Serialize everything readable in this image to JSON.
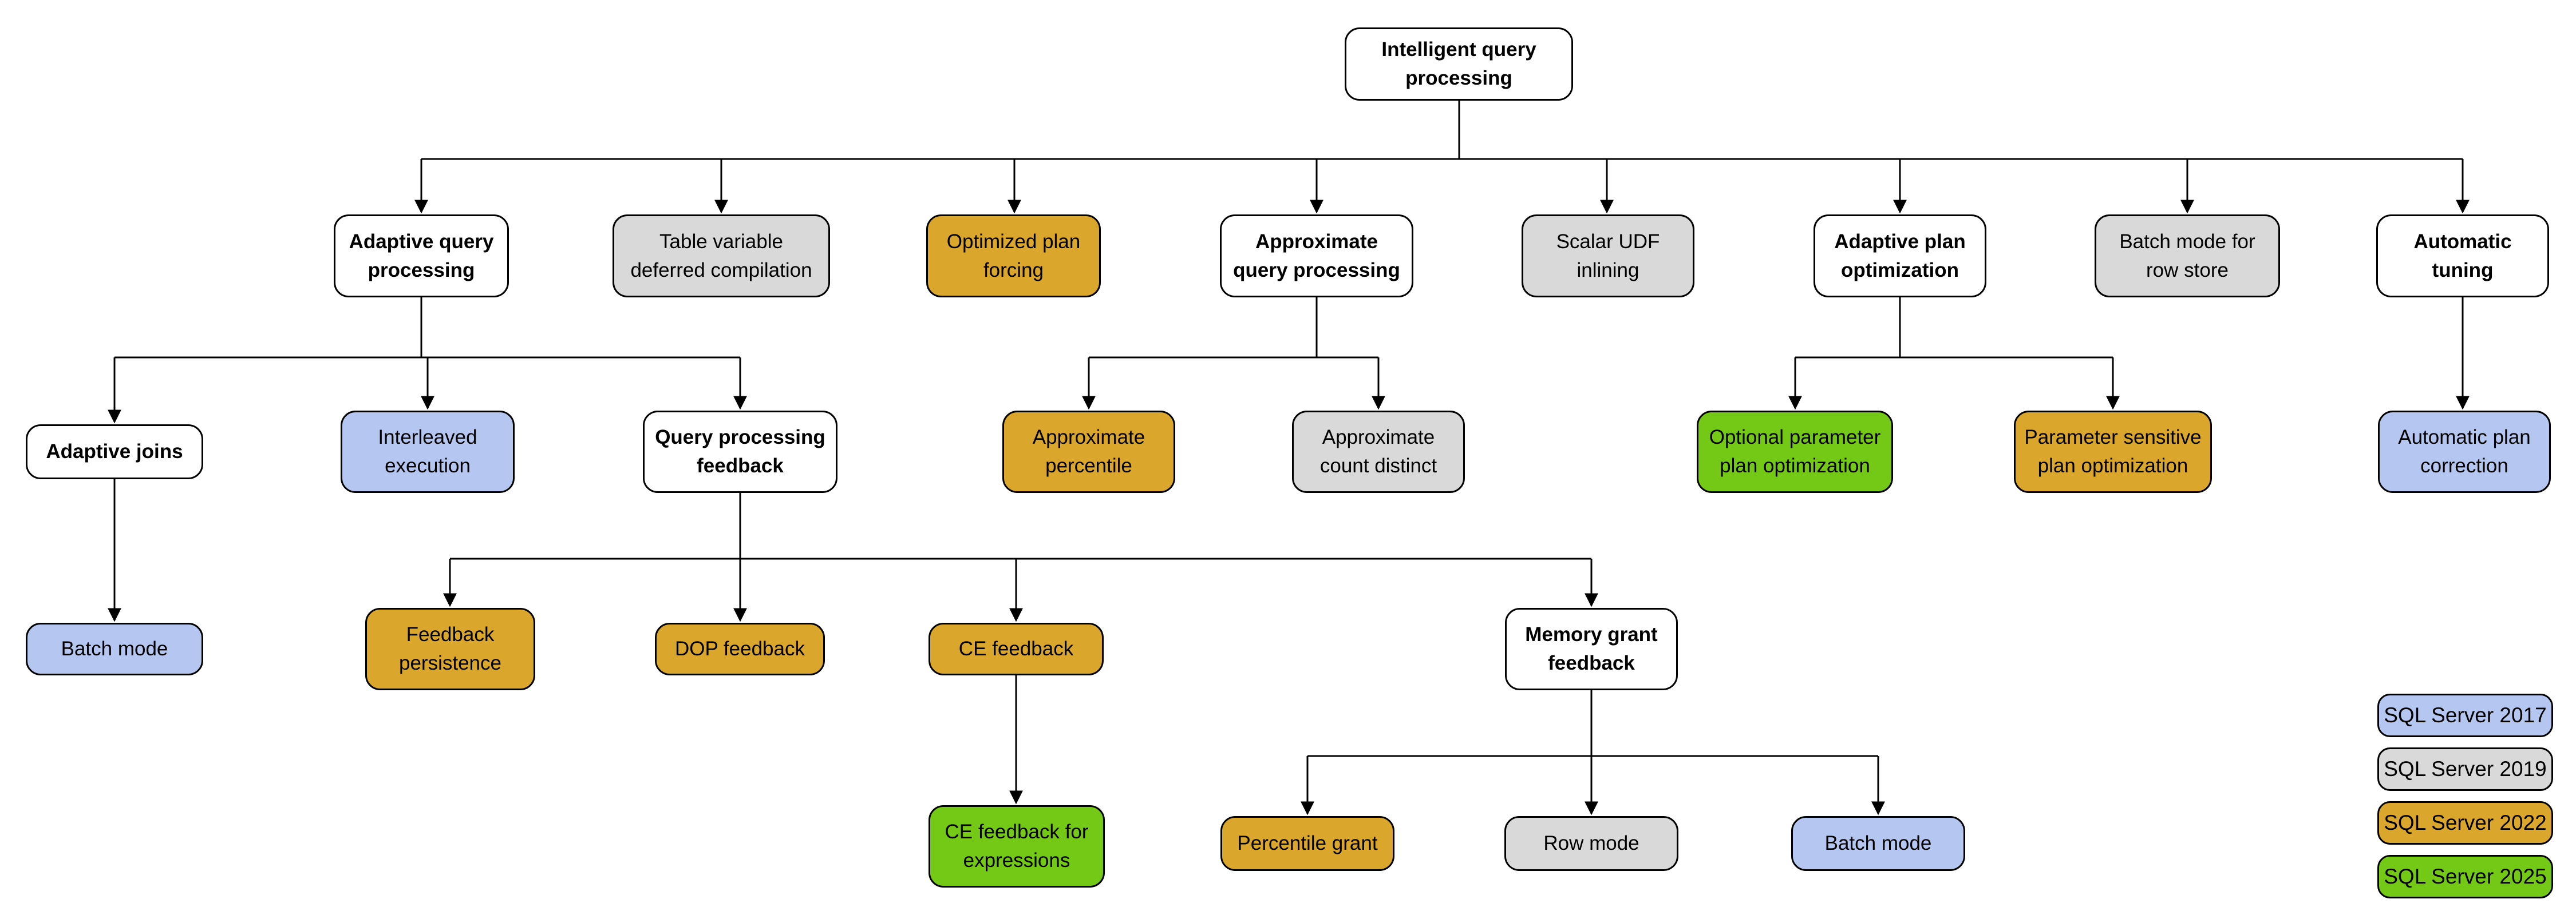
{
  "diagram_title": "Intelligent query processing",
  "colors": {
    "base": "#ffffff",
    "2017": "#b5c7f1",
    "2019": "#d9d9d9",
    "2022": "#dba62c",
    "2025": "#74c917",
    "line": "#000000"
  },
  "nodes": {
    "root": {
      "label": "Intelligent query\nprocessing",
      "version": "base",
      "bold": true
    },
    "adaptive_query_processing": {
      "label": "Adaptive query\nprocessing",
      "version": "base",
      "bold": true
    },
    "table_variable_deferred_compilation": {
      "label": "Table variable\ndeferred compilation",
      "version": "2019",
      "bold": false
    },
    "optimized_plan_forcing": {
      "label": "Optimized plan\nforcing",
      "version": "2022",
      "bold": false
    },
    "approximate_query_processing": {
      "label": "Approximate\nquery processing",
      "version": "base",
      "bold": true
    },
    "scalar_udf_inlining": {
      "label": "Scalar UDF\ninlining",
      "version": "2019",
      "bold": false
    },
    "adaptive_plan_optimization": {
      "label": "Adaptive plan\noptimization",
      "version": "base",
      "bold": true
    },
    "batch_mode_for_row_store": {
      "label": "Batch mode for\nrow store",
      "version": "2019",
      "bold": false
    },
    "automatic_tuning": {
      "label": "Automatic\ntuning",
      "version": "base",
      "bold": true
    },
    "adaptive_joins": {
      "label": "Adaptive joins",
      "version": "base",
      "bold": true
    },
    "interleaved_execution": {
      "label": "Interleaved\nexecution",
      "version": "2017",
      "bold": false
    },
    "query_processing_feedback": {
      "label": "Query processing\nfeedback",
      "version": "base",
      "bold": true
    },
    "approximate_percentile": {
      "label": "Approximate\npercentile",
      "version": "2022",
      "bold": false
    },
    "approximate_count_distinct": {
      "label": "Approximate\ncount distinct",
      "version": "2019",
      "bold": false
    },
    "optional_parameter_plan_optimization": {
      "label": "Optional parameter\nplan optimization",
      "version": "2025",
      "bold": false
    },
    "parameter_sensitive_plan_optimization": {
      "label": "Parameter sensitive\nplan optimization",
      "version": "2022",
      "bold": false
    },
    "automatic_plan_correction": {
      "label": "Automatic plan\ncorrection",
      "version": "2017",
      "bold": false
    },
    "batch_mode_adaptive_joins": {
      "label": "Batch mode",
      "version": "2017",
      "bold": false
    },
    "feedback_persistence": {
      "label": "Feedback\npersistence",
      "version": "2022",
      "bold": false
    },
    "dop_feedback": {
      "label": "DOP feedback",
      "version": "2022",
      "bold": false
    },
    "ce_feedback": {
      "label": "CE feedback",
      "version": "2022",
      "bold": false
    },
    "memory_grant_feedback": {
      "label": "Memory grant\nfeedback",
      "version": "base",
      "bold": true
    },
    "ce_feedback_for_expressions": {
      "label": "CE feedback for\nexpressions",
      "version": "2025",
      "bold": false
    },
    "percentile_grant": {
      "label": "Percentile grant",
      "version": "2022",
      "bold": false
    },
    "row_mode": {
      "label": "Row mode",
      "version": "2019",
      "bold": false
    },
    "batch_mode_memory_grant": {
      "label": "Batch mode",
      "version": "2017",
      "bold": false
    }
  },
  "legend": {
    "items": [
      {
        "label": "SQL Server 2017",
        "version": "2017"
      },
      {
        "label": "SQL Server 2019",
        "version": "2019"
      },
      {
        "label": "SQL Server 2022",
        "version": "2022"
      },
      {
        "label": "SQL Server 2025",
        "version": "2025"
      }
    ]
  }
}
